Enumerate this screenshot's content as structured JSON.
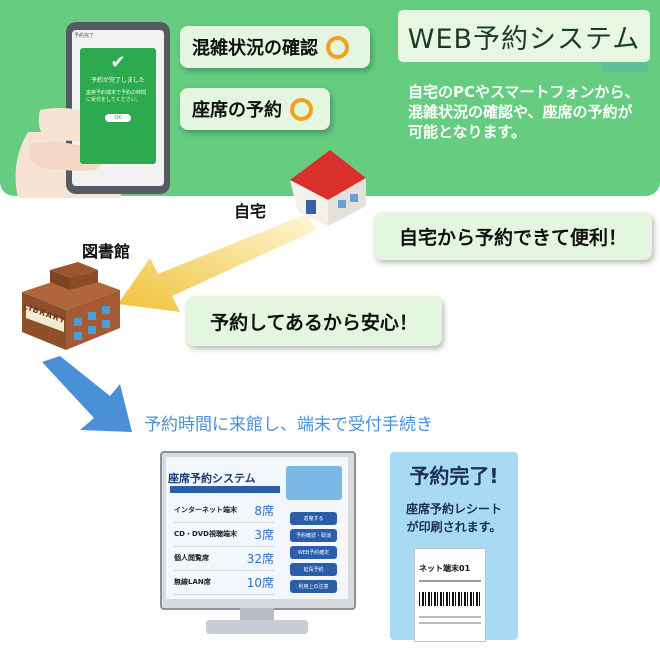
{
  "system": {
    "title": "WEB予約システム",
    "description": "自宅のPCやスマートフォンから、\n混雑状況の確認や、座席の予約が\n可能となります。",
    "feature_congestion": "混雑状況の確認",
    "feature_reservation": "座席の予約"
  },
  "phone": {
    "header": "予約完了",
    "message": "予約が完了しました",
    "body_text": "座席予約端末で予約の時間に受付をしてください。",
    "ok_label": "OK"
  },
  "home": {
    "label": "自宅",
    "bubble": "自宅から予約できて便利！"
  },
  "library": {
    "label": "図書館",
    "sign": "LIBRARY",
    "bubble": "予約してあるから安心！"
  },
  "step": {
    "visit_text": "予約時間に来館し、端末で受付手続き"
  },
  "kiosk": {
    "title": "座席予約システム",
    "rows": [
      {
        "label": "インターネット端末",
        "value": "8席"
      },
      {
        "label": "CD・DVD視聴端末",
        "value": "3席"
      },
      {
        "label": "個人閲覧席",
        "value": "32席"
      },
      {
        "label": "無線LAN席",
        "value": "10席"
      }
    ],
    "buttons": [
      "返席する",
      "予約確認・取消",
      "WEB予約確定",
      "延長予約",
      "利用上の注意"
    ]
  },
  "receipt": {
    "title": "予約完了!",
    "subtitle": "座席予約レシート\nが印刷されます。",
    "seat_name": "ネット端末01"
  },
  "colors": {
    "band_green": "#66cc80",
    "bubble_green": "#e4f6df",
    "circle_orange": "#f2a11b",
    "step_blue": "#4a90d6",
    "receipt_panel": "#a9daf3"
  }
}
